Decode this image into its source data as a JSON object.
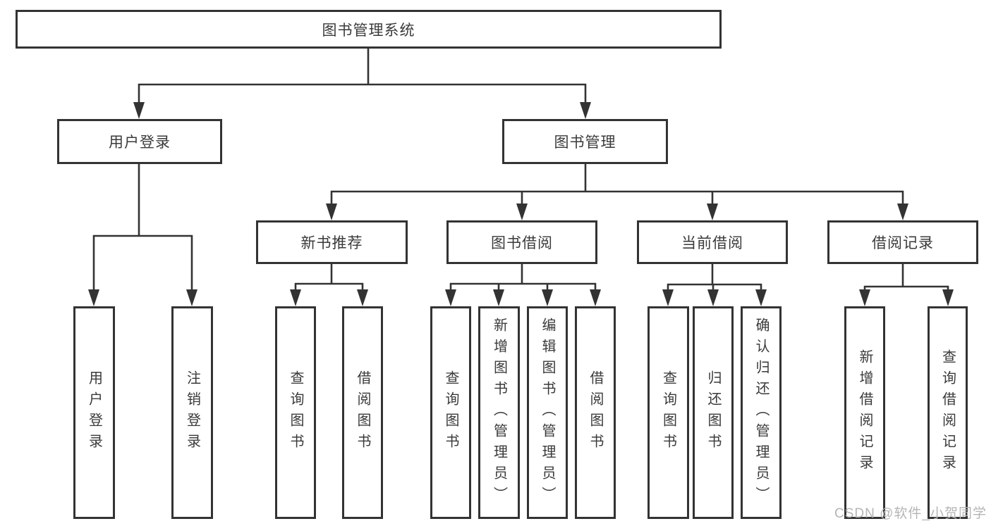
{
  "colors": {
    "line": "#333333",
    "text": "#3a3a3a",
    "box_background": "#ffffff",
    "watermark": "#b5b5b5"
  },
  "watermark": {
    "text": "CSDN @软件_小贺同学"
  },
  "tree": {
    "label": "图书管理系统",
    "children": [
      {
        "label": "用户登录",
        "children": [
          {
            "label": "用户登录"
          },
          {
            "label": "注销登录"
          }
        ]
      },
      {
        "label": "图书管理",
        "children": [
          {
            "label": "新书推荐",
            "children": [
              {
                "label": "查询图书"
              },
              {
                "label": "借阅图书"
              }
            ]
          },
          {
            "label": "图书借阅",
            "children": [
              {
                "label": "查询图书"
              },
              {
                "label": "新增图书（管理员）"
              },
              {
                "label": "编辑图书（管理员）"
              },
              {
                "label": "借阅图书"
              }
            ]
          },
          {
            "label": "当前借阅",
            "children": [
              {
                "label": "查询图书"
              },
              {
                "label": "归还图书"
              },
              {
                "label": "确认归还（管理员）"
              }
            ]
          },
          {
            "label": "借阅记录",
            "children": [
              {
                "label": "新增借阅记录"
              },
              {
                "label": "查询借阅记录"
              }
            ]
          }
        ]
      }
    ]
  }
}
